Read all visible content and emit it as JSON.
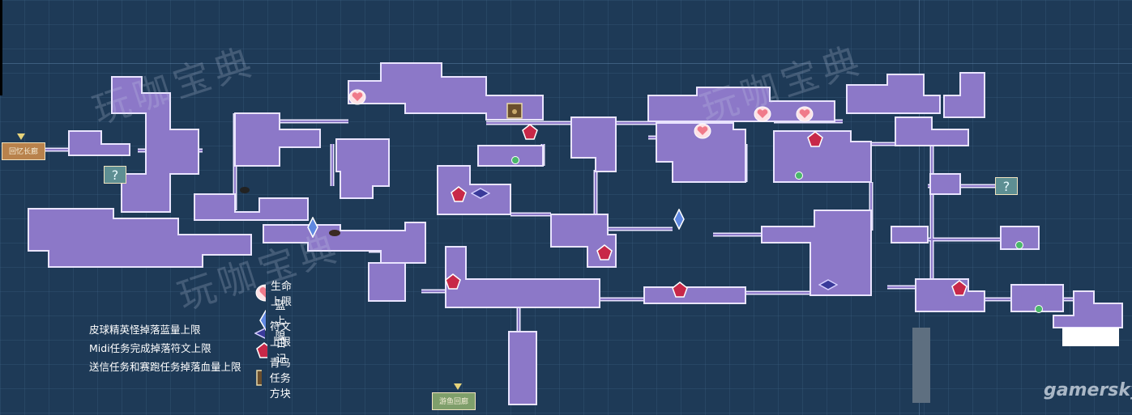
{
  "colors": {
    "background": "#1e3a57",
    "room_fill": "#8c78c8",
    "room_stroke": "#e9e4ff",
    "heart": "#f07a8a",
    "diary": "#c82848",
    "mana": "#5f87e0",
    "rune": "#3a3a9a",
    "chest": "#6a4e2c"
  },
  "watermark": {
    "text_1": "玩咖宝典",
    "text_2": "玩咖宝典",
    "text_3": "玩咖宝典"
  },
  "doors": {
    "left": "回忆长廊",
    "bottom": "游鱼回廊",
    "left_mystery": "?",
    "right_mystery": "?"
  },
  "legend": {
    "items": [
      {
        "icon": "heart-icon",
        "label": "生命上限"
      },
      {
        "icon": "mana-crystal-icon",
        "label": "蓝上限"
      },
      {
        "icon": "rune-icon",
        "label": "符文上限"
      },
      {
        "icon": "diary-gem-icon",
        "label": "日记"
      },
      {
        "icon": "chest-icon",
        "label": "青鸟任务方块"
      }
    ]
  },
  "notes": [
    "皮球精英怪掉落蓝量上限",
    "Midi任务完成掉落符文上限",
    "送信任务和赛跑任务掉落血量上限"
  ],
  "corner": {
    "text": "gamersky"
  }
}
